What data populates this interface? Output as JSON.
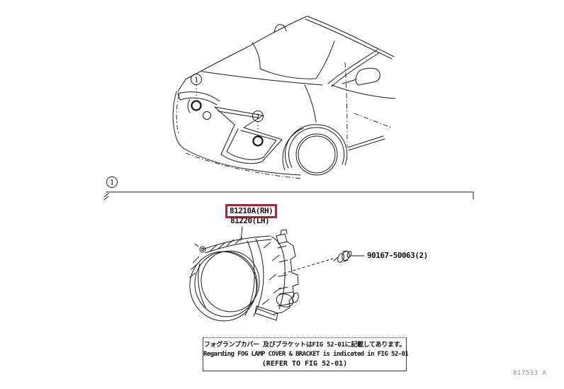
{
  "diagram": {
    "title_context": "fog lamp assembly parts diagram",
    "callout_number": "1",
    "part_labels": {
      "fog_lamp_rh": "81210A(RH)",
      "fog_lamp_lh": "81220(LH)",
      "bolt": "90167-50063(2)"
    },
    "note": {
      "line1_jp": "フォグランプカバー 及びブラケットはFIG 52-01に記載してあります。",
      "line2_en": "Regarding FOG LAMP COVER & BRACKET is indicated in FIG 52-01",
      "line3_ref": "(REFER TO FIG 52-01)"
    },
    "figure_code": "817533 A",
    "colors": {
      "highlight_box": "#9E2B3C",
      "line": "#1a1a1a",
      "figure_code_text": "#8f8f8f"
    }
  }
}
